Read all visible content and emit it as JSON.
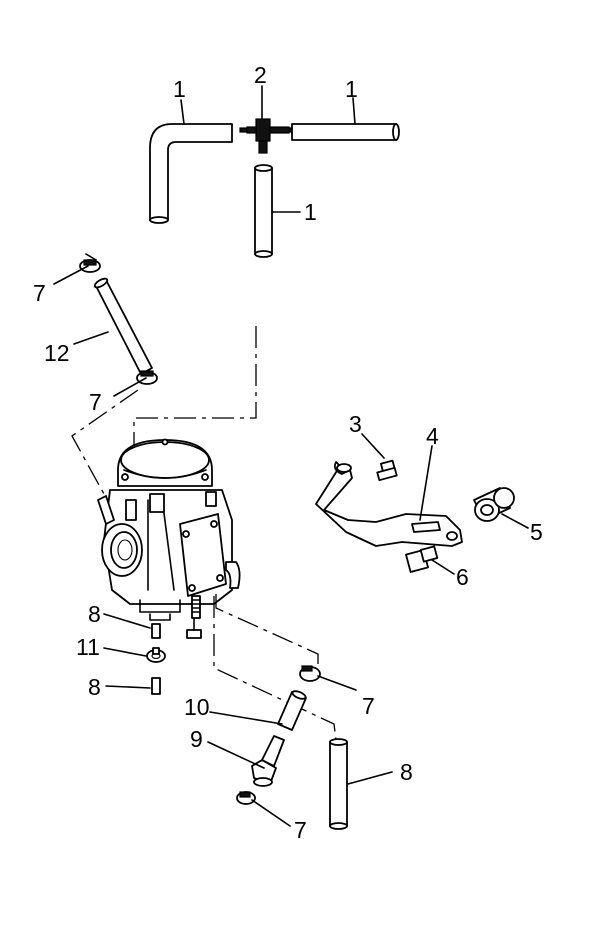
{
  "callouts": {
    "c1a": "1",
    "c1b": "1",
    "c1c": "1",
    "c2": "2",
    "c3": "3",
    "c4": "4",
    "c5": "5",
    "c6": "6",
    "c7a": "7",
    "c7b": "7",
    "c7c": "7",
    "c7d": "7",
    "c8a": "8",
    "c8b": "8",
    "c8c": "8",
    "c9": "9",
    "c10": "10",
    "c11": "11",
    "c12": "12"
  }
}
